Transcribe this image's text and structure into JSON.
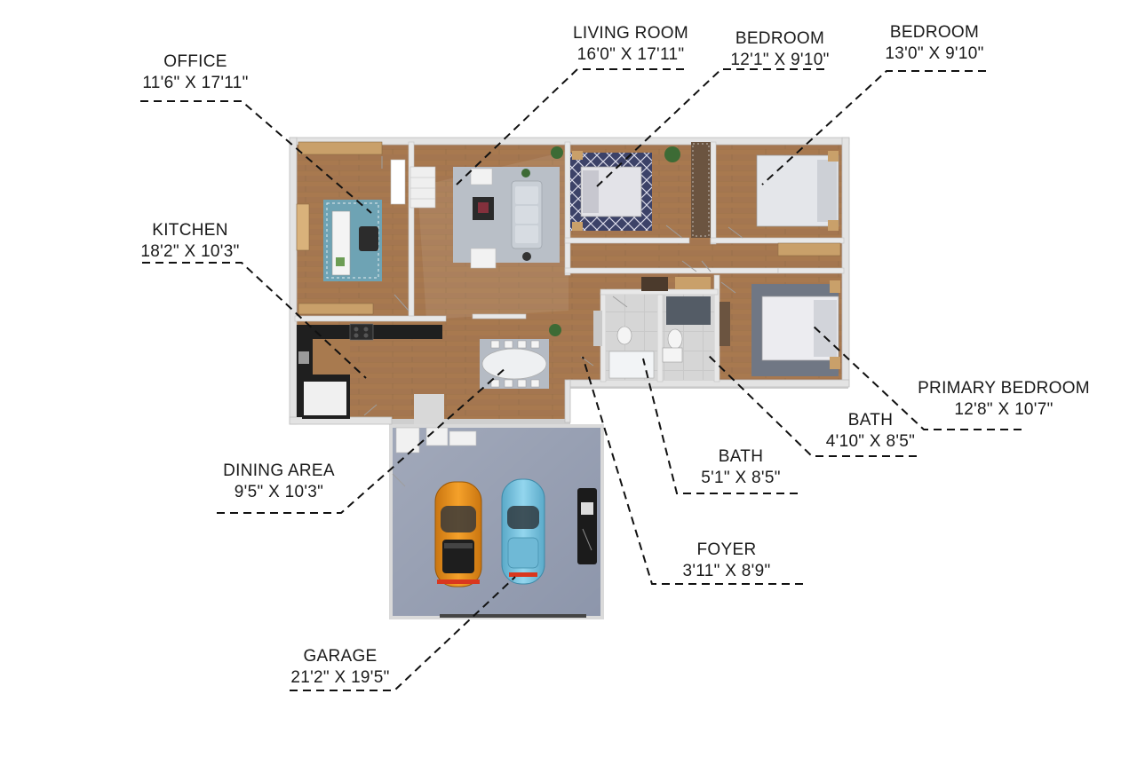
{
  "rooms": {
    "office": {
      "name": "OFFICE",
      "dims": "11'6\" X 17'11\""
    },
    "living_room": {
      "name": "LIVING ROOM",
      "dims": "16'0\" X 17'11\""
    },
    "bedroom_1": {
      "name": "BEDROOM",
      "dims": "12'1\" X 9'10\""
    },
    "bedroom_2": {
      "name": "BEDROOM",
      "dims": "13'0\" X 9'10\""
    },
    "kitchen": {
      "name": "KITCHEN",
      "dims": "18'2\" X 10'3\""
    },
    "primary_bedroom": {
      "name": "PRIMARY BEDROOM",
      "dims": "12'8\" X 10'7\""
    },
    "bath_1": {
      "name": "BATH",
      "dims": "4'10\" X 8'5\""
    },
    "bath_2": {
      "name": "BATH",
      "dims": "5'1\" X 8'5\""
    },
    "dining_area": {
      "name": "DINING AREA",
      "dims": "9'5\" X 10'3\""
    },
    "foyer": {
      "name": "FOYER",
      "dims": "3'11\" X 8'9\""
    },
    "garage": {
      "name": "GARAGE",
      "dims": "21'2\" X 19'5\""
    }
  },
  "colors": {
    "wall": "#e4e4e4",
    "wood_floor": "#a57a53",
    "garage_floor": "#8d96ab",
    "leader_line": "#111111",
    "car_orange": "#e8931c",
    "car_blue": "#7fc7e2"
  }
}
